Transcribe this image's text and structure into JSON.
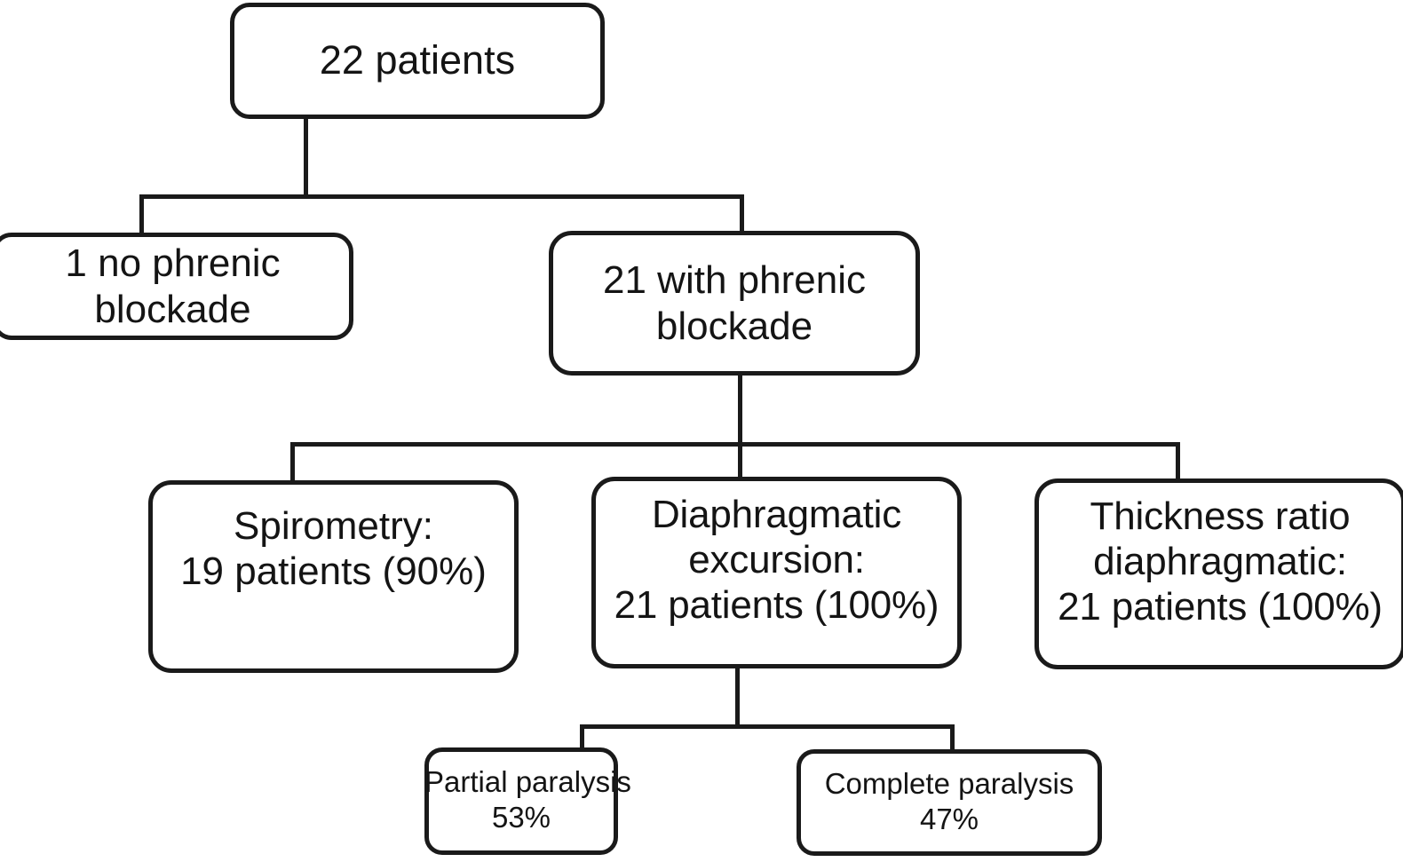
{
  "diagram": {
    "type": "flowchart",
    "title": "Patient flow: phrenic blockade assessment",
    "colors": {
      "stroke": "#1a1a1a",
      "text": "#141414",
      "background": "#ffffff"
    },
    "nodes": {
      "total": {
        "label": "22 patients"
      },
      "no_blockade": {
        "line1": "1 no phrenic",
        "line2": "blockade"
      },
      "with_blockade": {
        "line1": "21 with phrenic",
        "line2": "blockade"
      },
      "spirometry": {
        "line1": "Spirometry:",
        "line2": "19 patients (90%)"
      },
      "excursion": {
        "line1": "Diaphragmatic",
        "line2": "excursion:",
        "line3": "21 patients (100%)"
      },
      "thickness": {
        "line1": "Thickness ratio",
        "line2": "diaphragmatic:",
        "line3": "21 patients (100%)"
      },
      "partial": {
        "line1": "Partial paralysis",
        "line2": "53%"
      },
      "complete": {
        "line1": "Complete paralysis",
        "line2": "47%"
      }
    },
    "edges": [
      {
        "from": "total",
        "to": "no_blockade"
      },
      {
        "from": "total",
        "to": "with_blockade"
      },
      {
        "from": "with_blockade",
        "to": "spirometry"
      },
      {
        "from": "with_blockade",
        "to": "excursion"
      },
      {
        "from": "with_blockade",
        "to": "thickness"
      },
      {
        "from": "excursion",
        "to": "partial"
      },
      {
        "from": "excursion",
        "to": "complete"
      }
    ]
  },
  "chart_data": {
    "type": "table",
    "title": "Patient flow counts",
    "categories": [
      "Total patients",
      "No phrenic blockade",
      "With phrenic blockade",
      "Spirometry",
      "Diaphragmatic excursion",
      "Thickness ratio diaphragmatic",
      "Partial paralysis",
      "Complete paralysis"
    ],
    "values": [
      22,
      1,
      21,
      19,
      21,
      21,
      53,
      47
    ],
    "units": [
      "patients",
      "patients",
      "patients",
      "patients",
      "patients",
      "patients",
      "%",
      "%"
    ],
    "percentages": [
      null,
      null,
      null,
      90,
      100,
      100,
      53,
      47
    ]
  }
}
